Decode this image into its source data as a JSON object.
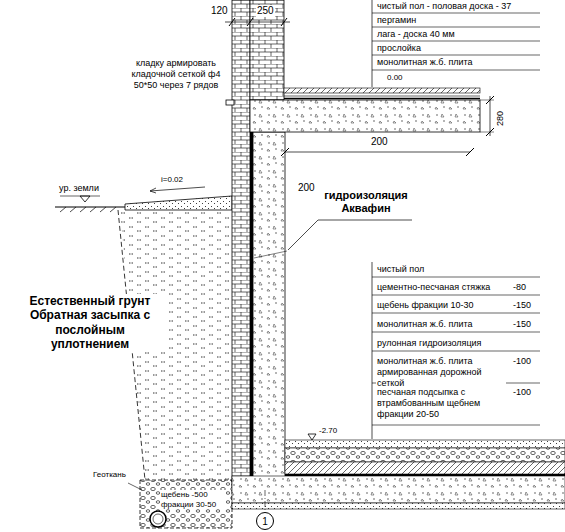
{
  "diagram": {
    "nodes": [
      {
        "text": [
          "1"
        ]
      }
    ],
    "labels": [
      "120",
      "250",
      "чистый пол - половая доска - 37",
      "пергамин",
      "лага - доска 40 мм",
      "прослойка",
      "монолитная ж.б. плита",
      "кладку армировать кладочной сеткой ф4 50*50 через 7 рядов",
      "0.00",
      "280",
      "200",
      "ур. земли",
      "i=0.02",
      "200",
      "гидроизоляция Аквафин",
      "чистый пол",
      "цементно-песчаная стяжка",
      "-80",
      "щебень фракции 10-30",
      "-150",
      "монолитная ж.б. плита",
      "-150",
      "рулонная гидроизоляция",
      "монолитная ж.б. плита армированная дорожной сеткой",
      "-100",
      "песчаная подсыпка с втрамбованным щебнем фракции 20-50",
      "-100",
      "Естественный грунт Обратная засыпка с послойным уплотнением",
      "Геоткань",
      "щебень -500 фракции 30-50",
      "-2.70"
    ]
  }
}
